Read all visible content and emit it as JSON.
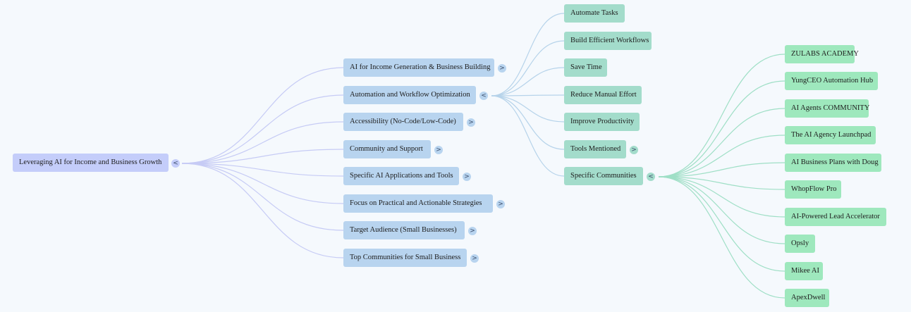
{
  "mindmap": {
    "root": {
      "label": "Leveraging AI for Income and Business Growth",
      "toggle": "<"
    },
    "branches": [
      {
        "label": "AI for Income Generation & Business Building",
        "toggle": ">"
      },
      {
        "label": "Automation and Workflow Optimization",
        "toggle": "<",
        "children": [
          {
            "label": "Automate Tasks"
          },
          {
            "label": "Build Efficient Workflows"
          },
          {
            "label": "Save Time"
          },
          {
            "label": "Reduce Manual Effort"
          },
          {
            "label": "Improve Productivity"
          },
          {
            "label": "Tools Mentioned",
            "toggle": ">"
          },
          {
            "label": "Specific Communities",
            "toggle": "<",
            "children": [
              {
                "label": "ZULABS ACADEMY"
              },
              {
                "label": "YungCEO Automation Hub"
              },
              {
                "label": "AI Agents COMMUNITY"
              },
              {
                "label": "The AI Agency Launchpad"
              },
              {
                "label": "AI Business Plans with Doug"
              },
              {
                "label": "WhopFlow Pro"
              },
              {
                "label": "AI-Powered Lead Accelerator"
              },
              {
                "label": "Opsly"
              },
              {
                "label": "Mikee AI"
              },
              {
                "label": "ApexDwell"
              }
            ]
          }
        ]
      },
      {
        "label": "Accessibility (No-Code/Low-Code)",
        "toggle": ">"
      },
      {
        "label": "Community and Support",
        "toggle": ">"
      },
      {
        "label": "Specific AI Applications and Tools",
        "toggle": ">"
      },
      {
        "label": "Focus on Practical and Actionable Strategies",
        "toggle": ">"
      },
      {
        "label": "Target Audience (Small Businesses)",
        "toggle": ">"
      },
      {
        "label": "Top Communities for Small Business",
        "toggle": ">"
      }
    ]
  },
  "colors": {
    "background": "#f5f9fd",
    "root_fill": "#c4cdfa",
    "level1_fill": "#b8d4ef",
    "level2_fill": "#a3dccb",
    "level3_fill": "#9ee8bd",
    "edge_root": "#c6cbf5",
    "edge_level1": "#b6d3ea",
    "edge_level2": "#9fdfc6"
  }
}
